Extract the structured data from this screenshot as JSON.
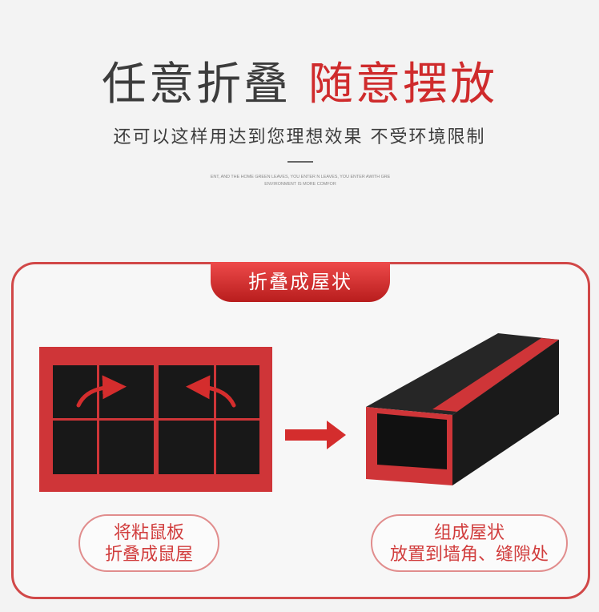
{
  "headline": {
    "part_a": "任意折叠",
    "part_b": "随意摆放"
  },
  "subheadline": "还可以这样用达到您理想效果 不受环境限制",
  "fineprint": {
    "line1": "ENT, AND THE HOME GREEN LEAVES, YOU ENTER N LEAVES, YOU ENTER AWITH GRE",
    "line2": "ENVIRONMENT IS MORE COMFOR"
  },
  "panel": {
    "tab_label": "折叠成屋状",
    "left_caption": {
      "line1": "将粘鼠板",
      "line2": "折叠成鼠屋"
    },
    "right_caption": {
      "line1": "组成屋状",
      "line2": "放置到墙角、缝隙处"
    }
  },
  "colors": {
    "accent_red": "#cf2b2c",
    "board_black": "#181818",
    "text_dark": "#3c3c3c"
  },
  "icons": [
    "curved-arrow-right-icon",
    "curved-arrow-left-icon",
    "right-arrow-icon"
  ]
}
